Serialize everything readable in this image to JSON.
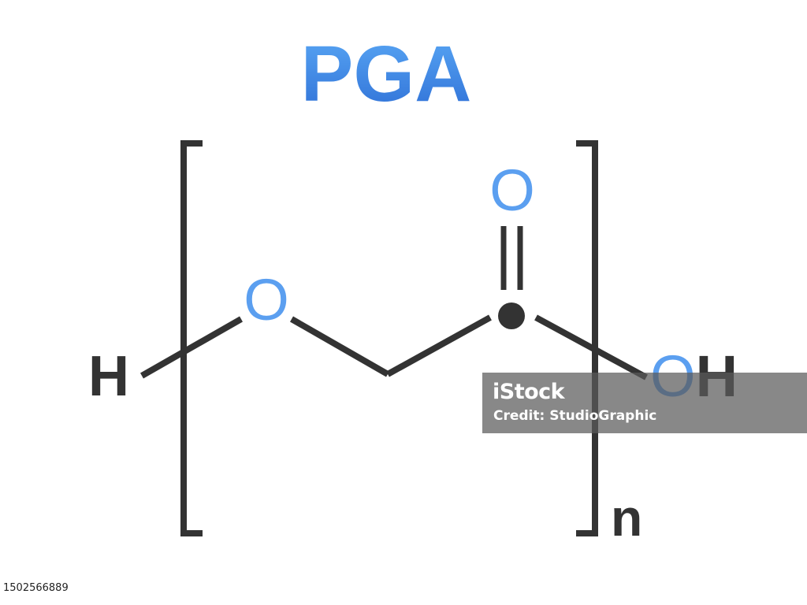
{
  "title": "PGA",
  "atoms": {
    "terminal_h_left": "H",
    "ester_oxygen": "O",
    "carbonyl_oxygen": "O",
    "hydroxyl": "OH"
  },
  "repeat_subscript": "n",
  "watermark": {
    "logo": "iStock",
    "credit": "Credit: StudioGraphic"
  },
  "image_id": "1502566889",
  "colors": {
    "title_gradient_top": "#5aa8f5",
    "title_gradient_bottom": "#2e6fd6",
    "atom_blue": "#5b9ff0",
    "bond": "#333333",
    "text_dark": "#333333"
  }
}
